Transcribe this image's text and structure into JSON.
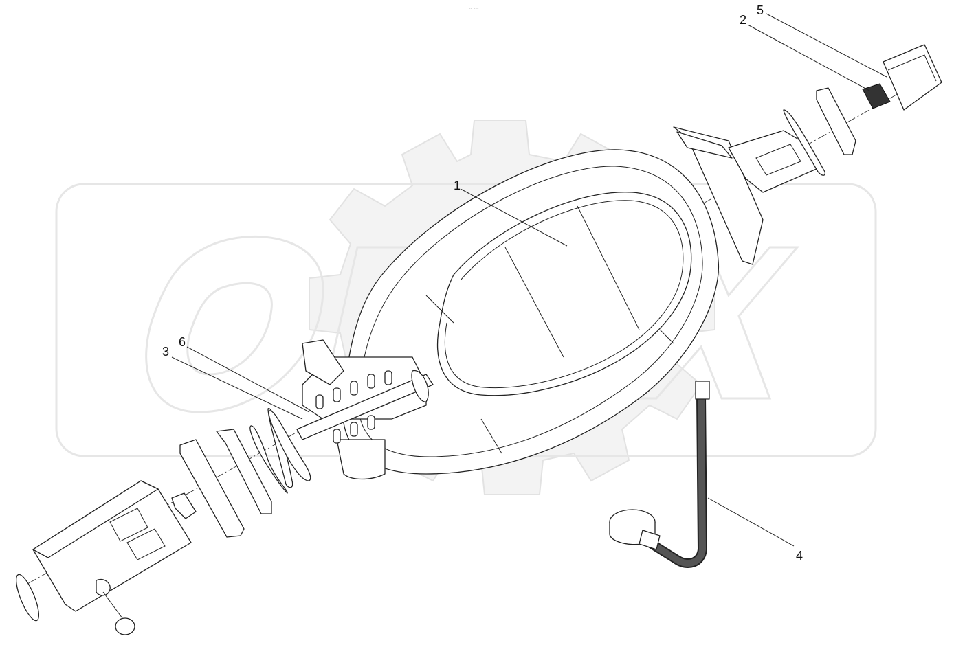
{
  "header_mark": "◦◦ ◦◦◦",
  "watermark": {
    "text": "OPEX",
    "gear": "gear-icon"
  },
  "callouts": [
    {
      "id": "1",
      "label": "1"
    },
    {
      "id": "2",
      "label": "2"
    },
    {
      "id": "3",
      "label": "3"
    },
    {
      "id": "4",
      "label": "4"
    },
    {
      "id": "5",
      "label": "5"
    },
    {
      "id": "6",
      "label": "6"
    }
  ]
}
